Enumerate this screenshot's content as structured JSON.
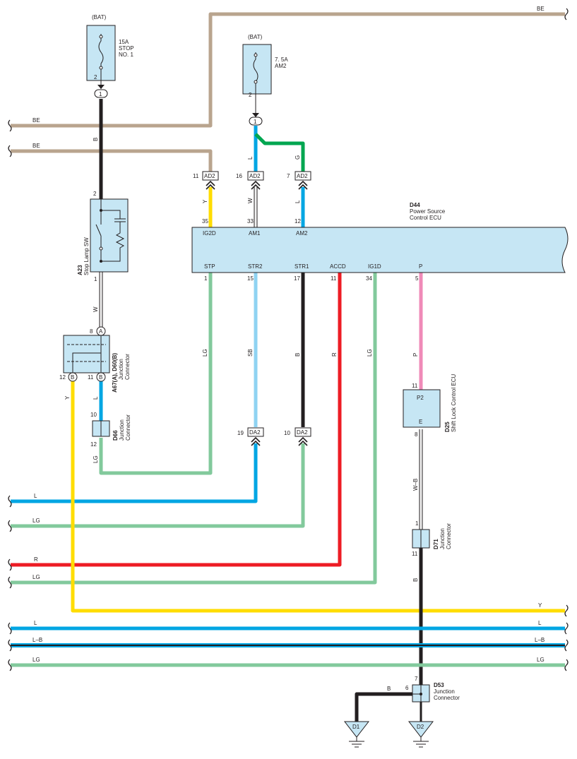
{
  "colors": {
    "BE": "#b9a48e",
    "B": "#231f20",
    "L": "#00a6e3",
    "G": "#00a650",
    "Y": "#ffdd00",
    "W": "#f4f4f4",
    "LG": "#82c99c",
    "SB": "#8fd3f2",
    "R": "#ed1c24",
    "P": "#ef8ab8",
    "box": "#c6e6f4"
  },
  "fuses": [
    {
      "bat": "(BAT)",
      "amp": "15A",
      "name_line1": "STOP",
      "name_line2": "NO. 1",
      "pin": "2",
      "conn": "1"
    },
    {
      "bat": "(BAT)",
      "amp": "7. 5A",
      "name_line1": "AM2",
      "name_line2": "",
      "pin": "2",
      "conn": "1"
    }
  ],
  "ecu": {
    "id": "D44",
    "name_line1": "Power Source",
    "name_line2": "Control ECU",
    "top_terminals": [
      {
        "name": "IG2D",
        "pin": "35",
        "wire": "Y",
        "conn": "AD2",
        "conn_pin": "11"
      },
      {
        "name": "AM1",
        "pin": "33",
        "wire": "W",
        "conn": "AD2",
        "conn_pin": "16"
      },
      {
        "name": "AM2",
        "pin": "12",
        "wire": "L",
        "conn": "AD2",
        "conn_pin": "7"
      }
    ],
    "bottom_terminals": [
      {
        "name": "STP",
        "pin": "1",
        "wire": "LG"
      },
      {
        "name": "STR2",
        "pin": "15",
        "wire": "SB"
      },
      {
        "name": "STR1",
        "pin": "17",
        "wire": "B"
      },
      {
        "name": "ACCD",
        "pin": "11",
        "wire": "R"
      },
      {
        "name": "IG1D",
        "pin": "34",
        "wire": "LG"
      },
      {
        "name": "P",
        "pin": "5",
        "wire": "P"
      }
    ]
  },
  "stop_lamp_sw": {
    "id": "A23",
    "name": "Stop Lamp SW",
    "pin_top": "2",
    "pin_bottom": "1",
    "wire_top": "B",
    "wire_bottom": "W"
  },
  "a67": {
    "id": "A67(A), D60(B)",
    "name_line1": "Junction",
    "name_line2": "Connector",
    "pin_a": "8",
    "tag_a": "A",
    "pin_b1": "12",
    "tag_b1": "B",
    "pin_b2": "11",
    "tag_b2": "B",
    "wire_b1": "Y",
    "wire_b2": "L"
  },
  "d66": {
    "id": "D66",
    "name_line1": "Junction",
    "name_line2": "Connector",
    "pin_top": "10",
    "pin_bottom": "12",
    "wire_bottom": "LG"
  },
  "da2": [
    {
      "conn": "DA2",
      "pin": "19"
    },
    {
      "conn": "DA2",
      "pin": "10"
    }
  ],
  "d25": {
    "id": "D25",
    "name": "Shift Lock Control ECU",
    "term_top": "P2",
    "term_bottom": "E",
    "pin_top": "11",
    "pin_bottom": "8",
    "wire_bottom": "W–B"
  },
  "d71": {
    "id": "D71",
    "name_line1": "Junction",
    "name_line2": "Connector",
    "pin_top": "1",
    "pin_bottom": "11",
    "wire_bottom": "B"
  },
  "d53": {
    "id": "D53",
    "name_line1": "Junction",
    "name_line2": "Connector",
    "pin_top": "7",
    "pin_left": "6",
    "wire_left": "B"
  },
  "grounds": [
    "D1",
    "D2"
  ],
  "bus_labels": {
    "be_top_right": "BE",
    "be_left_1": "BE",
    "be_left_2": "BE",
    "l_left": "L",
    "lg_left": "LG",
    "r_left": "R",
    "lg_left_2": "LG",
    "y_right": "Y",
    "l_bus_left": "L",
    "l_bus_right": "L",
    "lb_left": "L–B",
    "lb_right": "L–B",
    "lg_bus_left": "LG",
    "lg_bus_right": "LG"
  }
}
